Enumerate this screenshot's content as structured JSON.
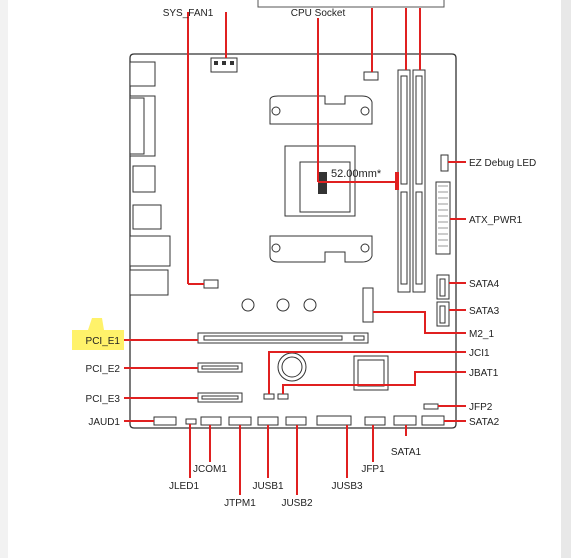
{
  "labels": {
    "sys_fan1": "SYS_FAN1",
    "cpu_socket": "CPU Socket",
    "dimension": "52.00mm*",
    "ez_debug_led": "EZ Debug LED",
    "atx_pwr1": "ATX_PWR1",
    "sata4": "SATA4",
    "sata3": "SATA3",
    "m2_1": "M2_1",
    "pci_e1": "PCI_E1",
    "jci1": "JCI1",
    "pci_e2": "PCI_E2",
    "jbat1": "JBAT1",
    "pci_e3": "PCI_E3",
    "jfp2": "JFP2",
    "jaud1": "JAUD1",
    "sata2": "SATA2",
    "sata1": "SATA1",
    "jcom1": "JCOM1",
    "jfp1": "JFP1",
    "jled1": "JLED1",
    "jusb1": "JUSB1",
    "jusb3": "JUSB3",
    "jtpm1": "JTPM1",
    "jusb2": "JUSB2"
  },
  "colors": {
    "leader": "#e02020",
    "highlight": "#fff26a",
    "outline": "#333333"
  }
}
